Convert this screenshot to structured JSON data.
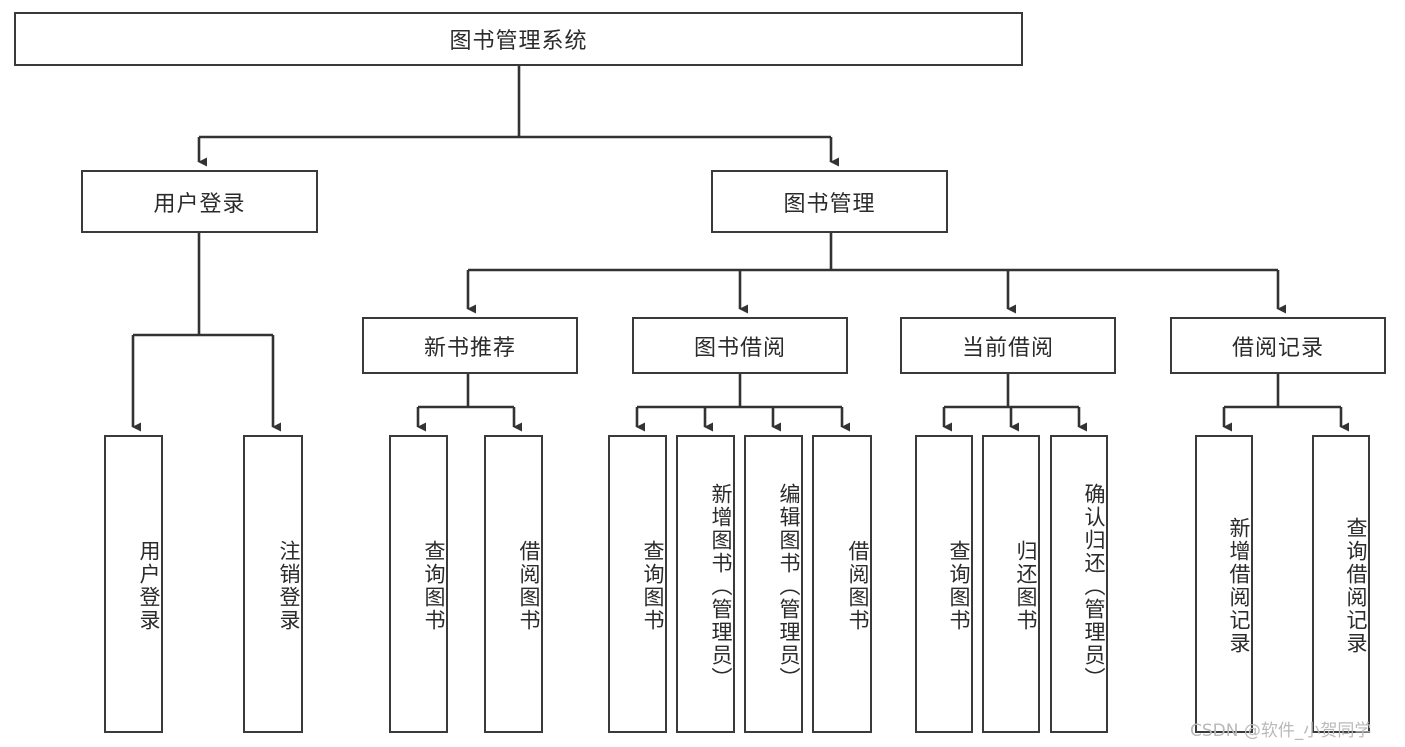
{
  "diagram": {
    "title": "图书管理系统",
    "type": "tree-hierarchy-chart",
    "colors": {
      "box_border": "#3a3a3a",
      "box_fill": "#ffffff",
      "connector": "#333333",
      "text": "#2b2b2b",
      "watermark": "#b9b9b9",
      "background": "#ffffff"
    },
    "root": {
      "label": "图书管理系统",
      "orientation": "horizontal"
    },
    "level2": [
      {
        "label": "用户登录",
        "orientation": "horizontal"
      },
      {
        "label": "图书管理",
        "orientation": "horizontal"
      }
    ],
    "level3": [
      {
        "label": "新书推荐",
        "orientation": "horizontal"
      },
      {
        "label": "图书借阅",
        "orientation": "horizontal"
      },
      {
        "label": "当前借阅",
        "orientation": "horizontal"
      },
      {
        "label": "借阅记录",
        "orientation": "horizontal"
      }
    ],
    "leaves": {
      "user_login": [
        {
          "label": "用户登录",
          "orientation": "vertical"
        },
        {
          "label": "注销登录",
          "orientation": "vertical"
        }
      ],
      "new_book_recommend": [
        {
          "label": "查询图书",
          "orientation": "vertical"
        },
        {
          "label": "借阅图书",
          "orientation": "vertical"
        }
      ],
      "book_borrow": [
        {
          "label": "查询图书",
          "orientation": "vertical"
        },
        {
          "label": "新增图书（管理员）",
          "orientation": "vertical"
        },
        {
          "label": "编辑图书（管理员）",
          "orientation": "vertical"
        },
        {
          "label": "借阅图书",
          "orientation": "vertical"
        }
      ],
      "current_borrow": [
        {
          "label": "查询图书",
          "orientation": "vertical"
        },
        {
          "label": "归还图书",
          "orientation": "vertical"
        },
        {
          "label": "确认归还（管理员）",
          "orientation": "vertical"
        }
      ],
      "borrow_record": [
        {
          "label": "新增借阅记录",
          "orientation": "vertical"
        },
        {
          "label": "查询借阅记录",
          "orientation": "vertical"
        }
      ]
    },
    "watermark": "CSDN @软件_小贺同学"
  }
}
